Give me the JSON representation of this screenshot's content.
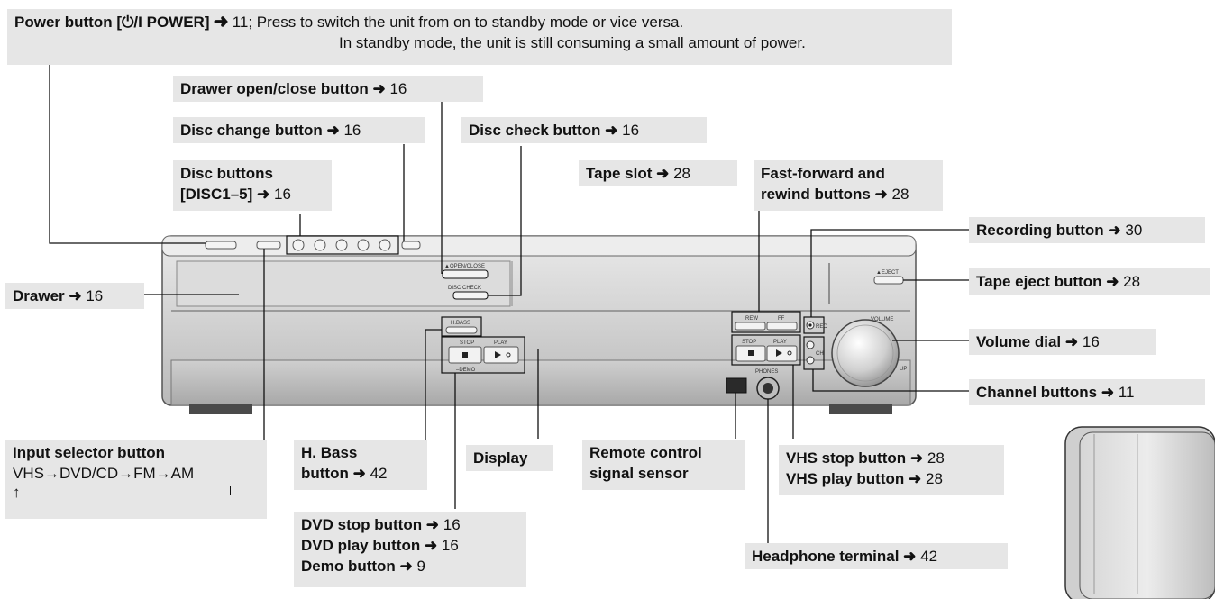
{
  "callouts": {
    "power": {
      "title": "Power button [⏻/I POWER] ➜",
      "page": "11",
      "desc1": "; Press to switch the unit from on to standby mode or vice versa.",
      "desc2": "In standby mode, the unit is still consuming a small amount of power."
    },
    "drawer_open": {
      "title": "Drawer open/close button ➜",
      "page": "16"
    },
    "disc_change": {
      "title": "Disc change button ➜",
      "page": "16"
    },
    "disc_check": {
      "title": "Disc check button ➜",
      "page": "16"
    },
    "disc_buttons": {
      "line1": "Disc buttons",
      "line2": "[DISC1–5] ➜",
      "page": "16"
    },
    "tape_slot": {
      "title": "Tape slot ➜",
      "page": "28"
    },
    "ffrew": {
      "line1": "Fast-forward and",
      "line2": "rewind buttons ➜",
      "page": "28"
    },
    "recording": {
      "title": "Recording button ➜",
      "page": "30"
    },
    "drawer": {
      "title": "Drawer ➜",
      "page": "16"
    },
    "tape_eject": {
      "title": "Tape eject button ➜",
      "page": "28"
    },
    "volume": {
      "title": "Volume dial ➜",
      "page": "16"
    },
    "channel": {
      "title": "Channel buttons ➜",
      "page": "11"
    },
    "input_selector": {
      "title": "Input selector button",
      "cycle": "VHS→DVD/CD→FM→AM",
      "return_arrow": "↑"
    },
    "hbass": {
      "line1": "H. Bass",
      "line2": "button ➜",
      "page": "42"
    },
    "display": {
      "title": "Display"
    },
    "remote": {
      "line1": "Remote control",
      "line2": "signal sensor"
    },
    "vhs": {
      "stop": "VHS stop button ➜",
      "stop_page": "28",
      "play": "VHS play button ➜",
      "play_page": "28"
    },
    "dvd": {
      "stop": "DVD stop button ➜",
      "stop_page": "16",
      "play": "DVD play button ➜",
      "play_page": "16",
      "demo": "Demo button ➜",
      "demo_page": "9"
    },
    "headphone": {
      "title": "Headphone terminal ➜",
      "page": "42"
    }
  },
  "device_labels": {
    "open_close": "▲OPEN/CLOSE",
    "disc_check": "DISC CHECK",
    "h_bass": "H.BASS",
    "stop": "STOP",
    "play": "PLAY",
    "demo": "–DEMO",
    "rew": "REW",
    "ff": "FF",
    "rec": "REC",
    "eject": "▲EJECT",
    "volume": "VOLUME",
    "ch": "CH",
    "phones": "PHONES",
    "up": "UP"
  }
}
